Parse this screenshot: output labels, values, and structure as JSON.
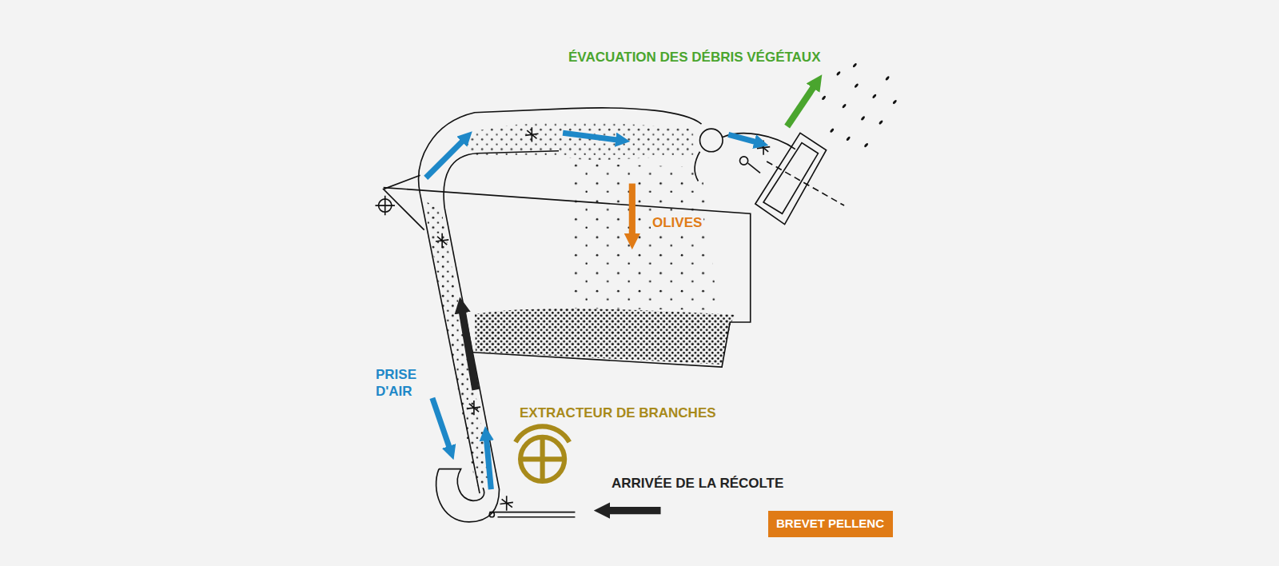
{
  "diagram": {
    "nodes": [
      {
        "text": [
          "BREVET PELLENC"
        ]
      }
    ],
    "labels": [
      "ÉVACUATION DES DÉBRIS VÉGÉTAUX",
      "OLIVES",
      "PRISE D'AIR",
      "EXTRACTEUR DE BRANCHES",
      "ARRIVÉE DE LA RÉCOLTE"
    ]
  }
}
